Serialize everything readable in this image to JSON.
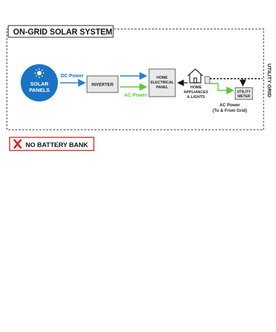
{
  "title": "ON-GRID SOLAR SYSTEM",
  "nodes": {
    "solar_panels": [
      "SOLAR",
      "PANELS"
    ],
    "inverter": "INVERTER",
    "home_panel": [
      "HOME",
      "ELECTRICAL",
      "PANEL"
    ],
    "appliances": [
      "HOME",
      "APPLIANCES",
      "& LIGHTS"
    ],
    "utility_meter": [
      "UTILITY",
      "METER"
    ]
  },
  "edge_labels": {
    "dc_power": "DC Power",
    "ac_power": "AC Power",
    "ac_power_grid": [
      "AC Power",
      "(To & From Grid)"
    ]
  },
  "utility_grid": "UTILITY GRID",
  "footer_note": "NO BATTERY BANK",
  "colors": {
    "solar_blue": "#1a73c4",
    "ac_green": "#5cc63c",
    "box_fill": "#e8e8e8",
    "warning_red": "#d9262b",
    "dc_arrow": "#2a7ccf"
  }
}
